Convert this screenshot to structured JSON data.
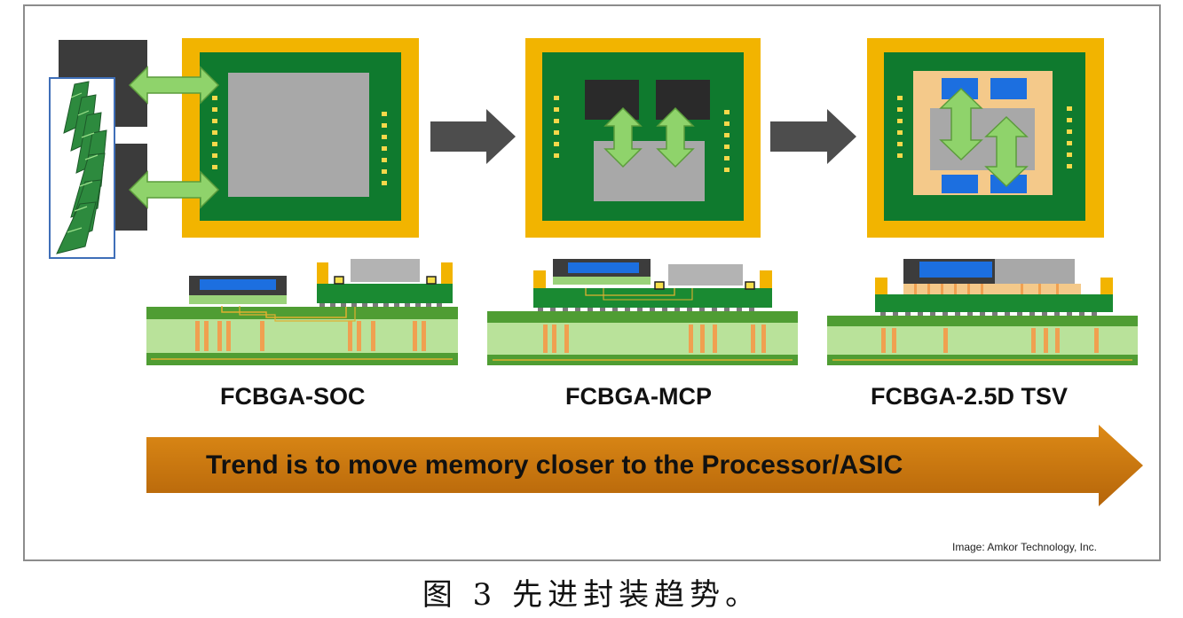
{
  "diagram": {
    "packages": [
      {
        "label": "FCBGA-SOC"
      },
      {
        "label": "FCBGA-MCP"
      },
      {
        "label": "FCBGA-2.5D TSV"
      }
    ],
    "trend_text": "Trend is to move memory closer to the Processor/ASIC",
    "credit": "Image: Amkor Technology, Inc.",
    "caption": "图 3 先进封装趋势。",
    "colors": {
      "substrate_yellow": "#f2b400",
      "board_green": "#0f7a2e",
      "die_gray": "#a8a8a8",
      "memory_dark": "#2a2a2a",
      "arrow_green": "#8fd36b",
      "hbm_blue": "#1c6fe0",
      "interposer_tan": "#f4c98a",
      "flow_arrow": "#4d4d4d",
      "trend_arrow": "#cc7a0b"
    }
  }
}
